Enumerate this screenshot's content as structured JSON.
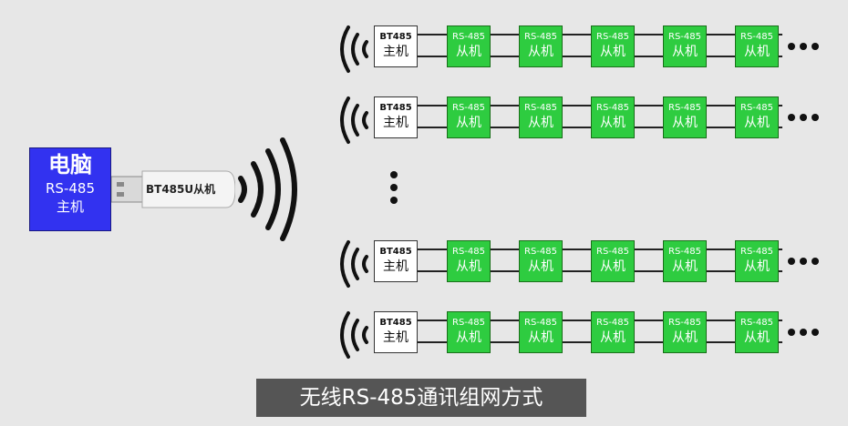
{
  "pc": {
    "line1": "电脑",
    "line2": "RS-485",
    "line3": "主机"
  },
  "usb": {
    "label": "BT485U从机"
  },
  "rows": [
    {
      "master_line1": "BT485",
      "master_line2": "主机"
    },
    {
      "master_line1": "BT485",
      "master_line2": "主机"
    },
    {
      "master_line1": "BT485",
      "master_line2": "主机"
    },
    {
      "master_line1": "BT485",
      "master_line2": "主机"
    }
  ],
  "slave": {
    "line1": "RS-485",
    "line2": "从机"
  },
  "caption": "无线RS-485通讯组网方式",
  "colors": {
    "pc": "#3232f0",
    "slave": "#2ecc40",
    "caption_bg": "#555555"
  },
  "icons": {
    "wireless": "wifi-waves-icon",
    "more": "ellipsis-icon"
  }
}
